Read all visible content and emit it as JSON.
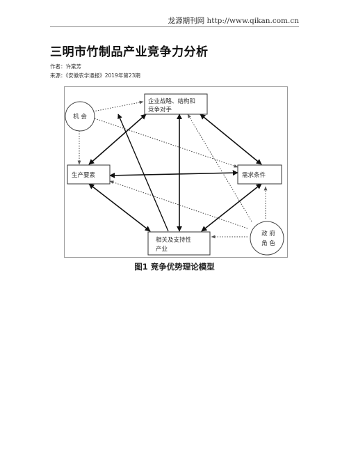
{
  "header": {
    "text": "龙源期刊网 http://www.qikan.com.cn"
  },
  "article": {
    "title": "三明市竹制品产业竞争力分析",
    "author": "作者：许棠芳",
    "source": "来源：《安徽农学通报》2019年第23期"
  },
  "figure": {
    "nodes": {
      "opportunity": {
        "line1": "机  会"
      },
      "strategy": {
        "line1": "企业战略、结构和",
        "line2": "竞争对手"
      },
      "factors": {
        "line1": "生产要素"
      },
      "demand": {
        "line1": "需求条件"
      },
      "related": {
        "line1": "相关及支持性",
        "line2": "产业"
      },
      "government": {
        "line1": "政  府",
        "line2": "角  色"
      }
    },
    "caption": "图1    竞争优势理论模型"
  }
}
